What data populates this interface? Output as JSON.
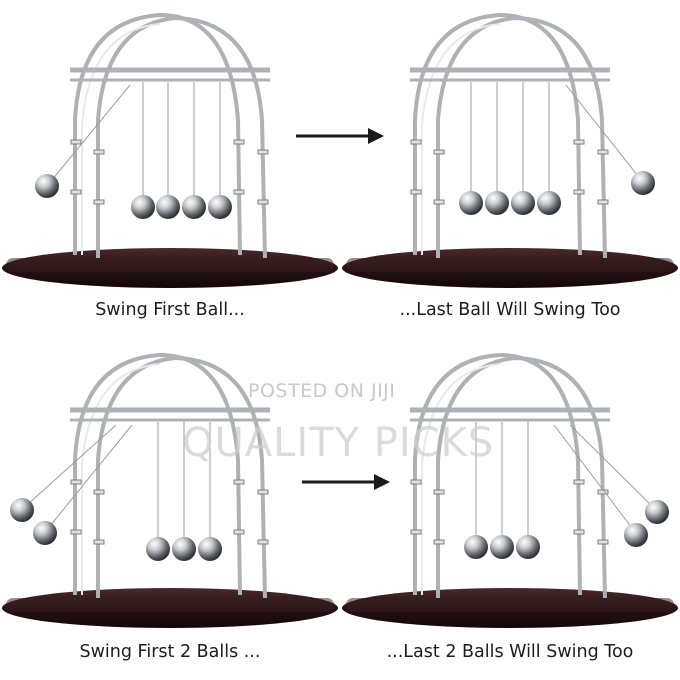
{
  "captions": {
    "top_left": "Swing First Ball...",
    "top_right": "...Last Ball Will Swing Too",
    "bottom_left": "Swing First 2 Balls ...",
    "bottom_right": "...Last 2 Balls Will Swing Too"
  },
  "watermark": {
    "line1": "POSTED ON JIJI",
    "line2": "QUALITY PICKS"
  },
  "colors": {
    "base": "#2a1416",
    "chrome": "#c9cbce",
    "chrome_dark": "#7d8086",
    "text": "#1c1c1c",
    "watermark": "#c8c8c8"
  },
  "icons": {
    "arrow": "arrow-right-icon",
    "cradle": "newtons-cradle"
  }
}
